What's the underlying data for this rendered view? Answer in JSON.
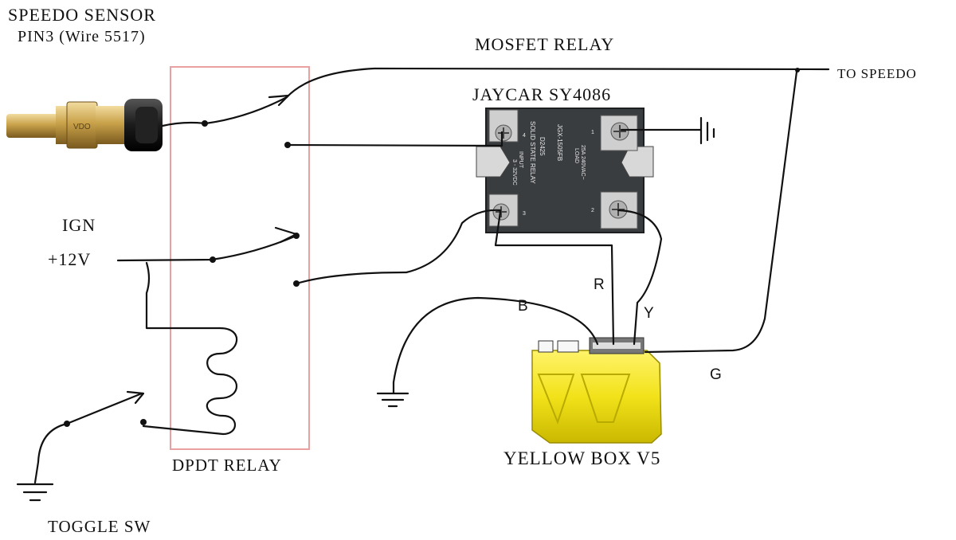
{
  "labels": {
    "speedo_sensor_line1": "SPEEDO SENSOR",
    "speedo_sensor_line2": "PIN3 (Wire 5517)",
    "mosfet_relay": "MOSFET RELAY",
    "jaycar": "JAYCAR SY4086",
    "to_speedo": "TO SPEEDO",
    "ign": "IGN",
    "plus12v": "+12V",
    "dpdt_relay": "DPDT RELAY",
    "toggle_sw": "TOGGLE SW",
    "yellow_box": "YELLOW BOX V5",
    "wire_r": "R",
    "wire_b": "B",
    "wire_y": "Y",
    "wire_g": "G"
  },
  "relay_face": {
    "line1": "SOLID STATE RELAY",
    "line2": "D2425",
    "line3": "JGX-1505FB",
    "line4": "INPUT",
    "line5": "3 - 32VDC",
    "line6": "LOAD",
    "line7": "25A 240VAC~",
    "pin1": "1",
    "pin2": "2",
    "pin3": "3",
    "pin4": "4"
  },
  "colors": {
    "ink": "#111111",
    "relay_frame": "#e8a0a0",
    "ssr_body": "#3a3d40",
    "yellow_box": "#f2e21a",
    "sensor_brass": "#c9a24a"
  },
  "icons": [
    "ground-symbol",
    "coil-symbol",
    "speed-sensor-photo",
    "solid-state-relay-photo",
    "yellow-box-photo"
  ]
}
